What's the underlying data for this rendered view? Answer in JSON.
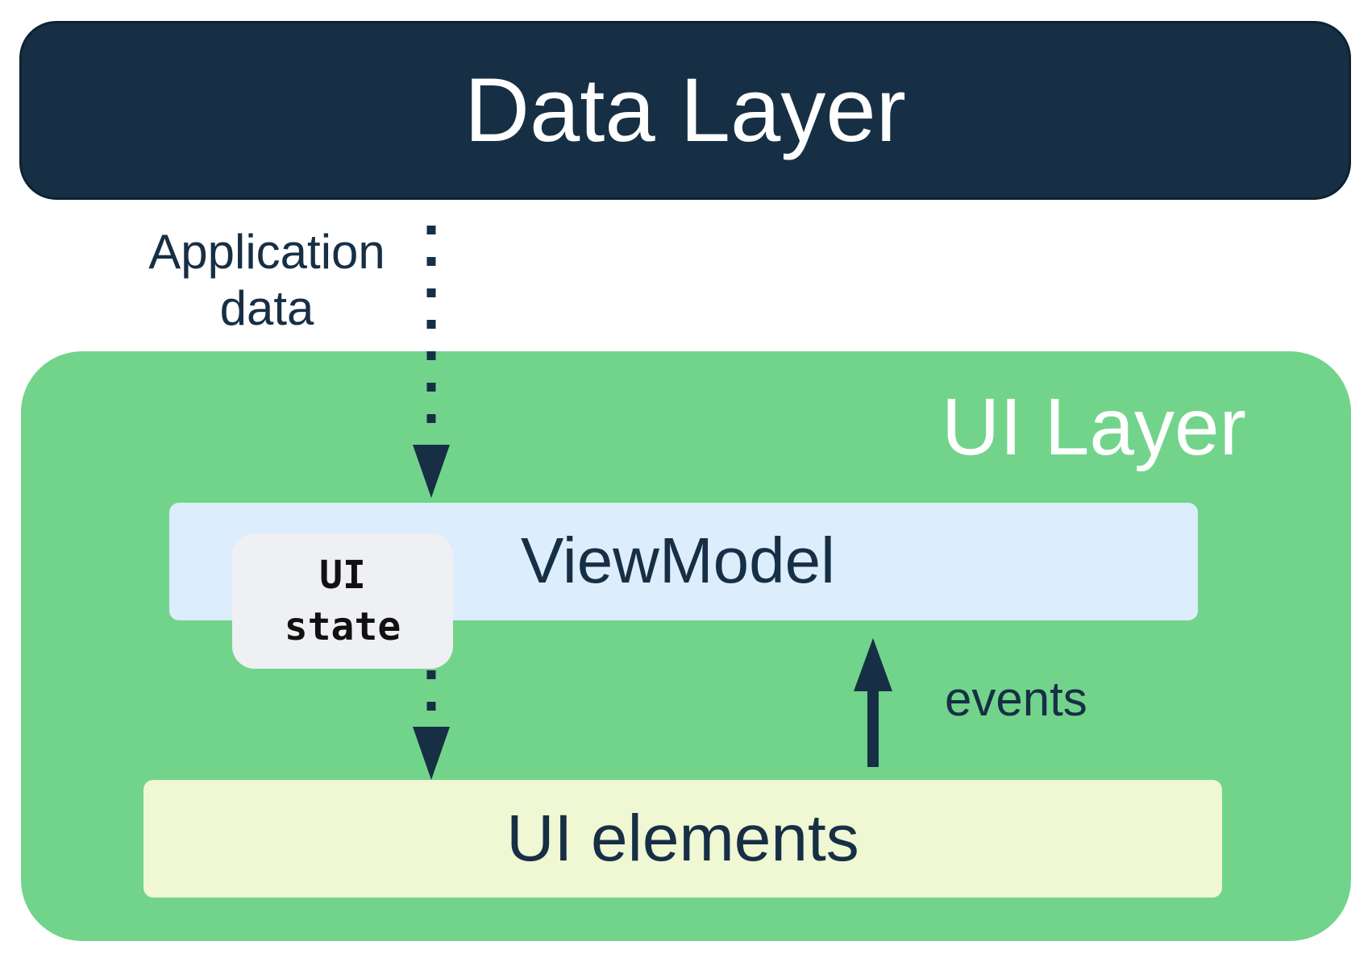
{
  "data_layer": {
    "title": "Data Layer"
  },
  "application_data": {
    "line1": "Application",
    "line2": "data"
  },
  "ui_layer": {
    "title": "UI Layer",
    "viewmodel": {
      "title": "ViewModel"
    },
    "ui_state": {
      "line1": "UI",
      "line2": "state"
    },
    "ui_elements": {
      "title": "UI elements"
    },
    "events_label": "events"
  },
  "colors": {
    "data_layer_bg": "#172f45",
    "ui_layer_bg": "#72d48b",
    "viewmodel_bg": "#dcedfc",
    "ui_state_bg": "#eef0f3",
    "ui_elements_bg": "#eff7d3",
    "text_dark": "#172f45",
    "text_light": "#ffffff"
  }
}
